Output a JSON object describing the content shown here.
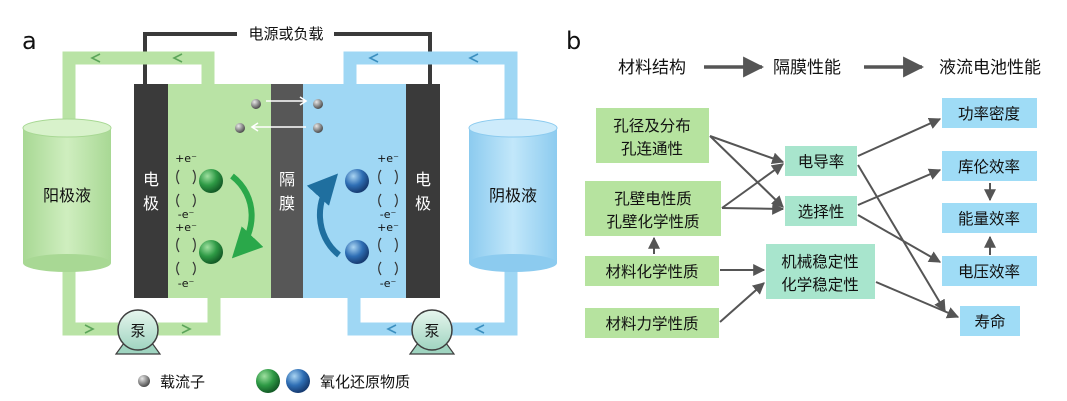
{
  "panel_a": {
    "letter": "a",
    "load_label": "电源或负载",
    "anolyte": "阳极液",
    "catholyte": "阴极液",
    "electrode_chars": [
      "电",
      "极"
    ],
    "membrane_chars": [
      "隔",
      "膜"
    ],
    "pump": "泵",
    "charge_plus": "+e⁻",
    "charge_minus": "-e⁻",
    "legend_carrier": "载流子",
    "legend_redox": "氧化还原物质"
  },
  "panel_b": {
    "letter": "b",
    "header": {
      "col1": "材料结构",
      "col2": "隔膜性能",
      "col3": "液流电池性能"
    },
    "boxes": {
      "pore_line1": "孔径及分布",
      "pore_line2": "孔连通性",
      "wall_line1": "孔壁电性质",
      "wall_line2": "孔壁化学性质",
      "chem": "材料化学性质",
      "mech": "材料力学性质",
      "conductivity": "电导率",
      "selectivity": "选择性",
      "stab_line1": "机械稳定性",
      "stab_line2": "化学稳定性",
      "power": "功率密度",
      "coulomb": "库伦效率",
      "energy": "能量效率",
      "voltage": "电压效率",
      "life": "寿命"
    }
  },
  "colors": {
    "green_light": "#b9e3a5",
    "green_box": "#b6e39f",
    "blue_light": "#9fd7f4",
    "blue_box": "#9fdcf6",
    "electrode": "#3a3a3a",
    "membrane": "#575757",
    "arrow_gray": "#555555"
  }
}
